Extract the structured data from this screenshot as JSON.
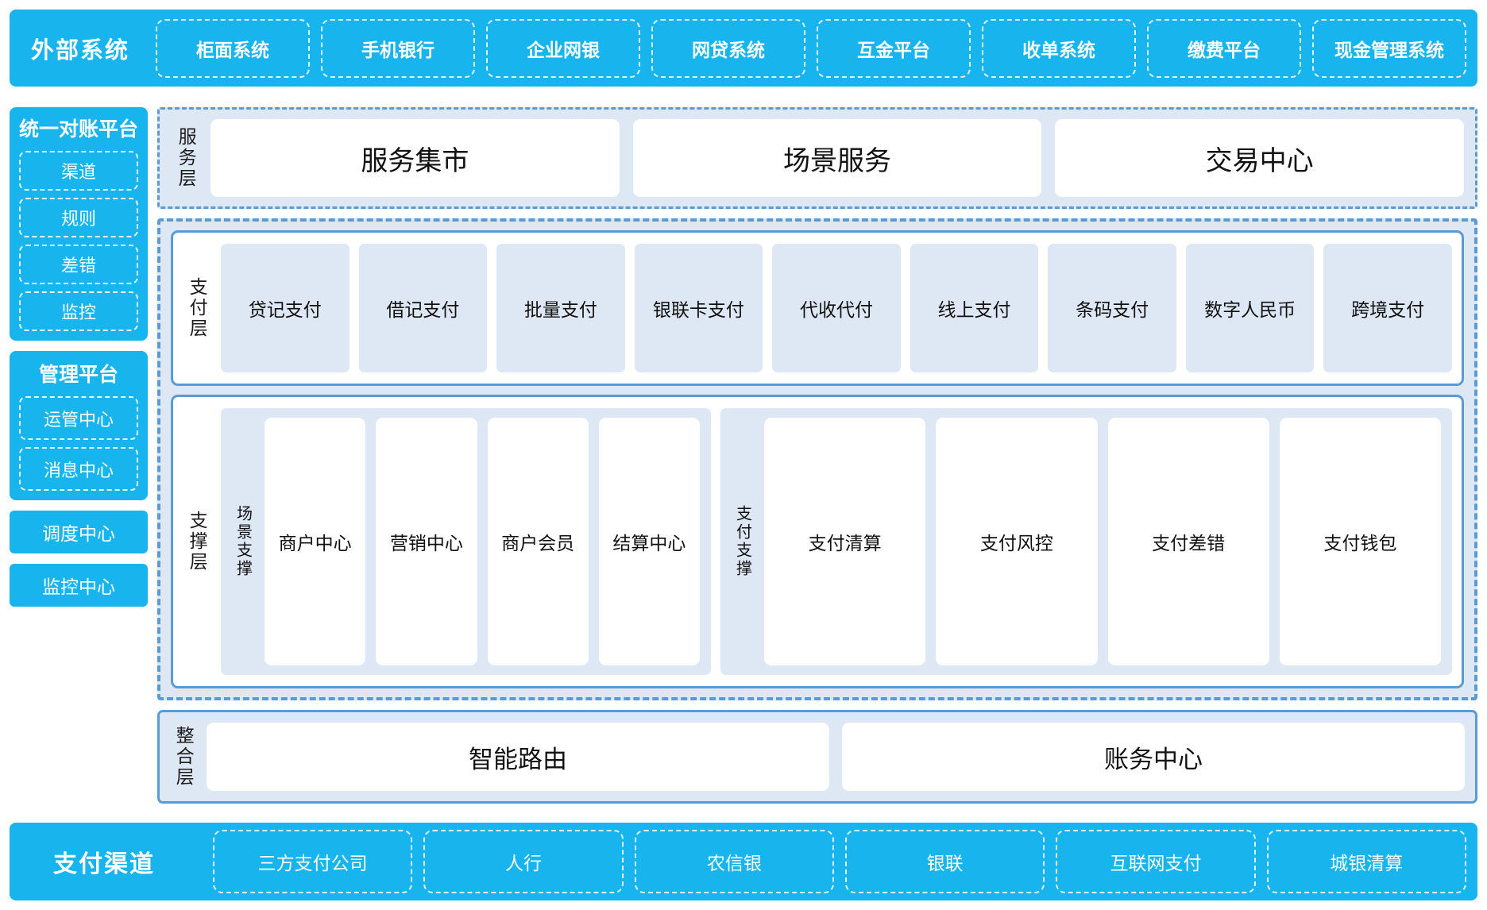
{
  "external_systems": {
    "title": "外部系统",
    "items": [
      "柜面系统",
      "手机银行",
      "企业网银",
      "网贷系统",
      "互金平台",
      "收单系统",
      "缴费平台",
      "现金管理系统"
    ]
  },
  "left_rail": {
    "reconciliation_platform": {
      "title": "统一对账平台",
      "items": [
        "渠道",
        "规则",
        "差错",
        "监控"
      ]
    },
    "management_platform": {
      "title": "管理平台",
      "items": [
        "运管中心",
        "消息中心"
      ]
    },
    "standalone": [
      "调度中心",
      "监控中心"
    ]
  },
  "service_layer": {
    "label": "服务层",
    "cards": [
      "服务集市",
      "场景服务",
      "交易中心"
    ]
  },
  "payment_layer": {
    "label": "支付层",
    "tiles": [
      "贷记支付",
      "借记支付",
      "批量支付",
      "银联卡支付",
      "代收代付",
      "线上支付",
      "条码支付",
      "数字人民币",
      "跨境支付"
    ]
  },
  "support_layer": {
    "label": "支撑层",
    "groups": [
      {
        "label": "场景支撑",
        "cards": [
          "商户中心",
          "营销中心",
          "商户会员",
          "结算中心"
        ]
      },
      {
        "label": "支付支撑",
        "cards": [
          "支付清算",
          "支付风控",
          "支付差错",
          "支付钱包"
        ]
      }
    ]
  },
  "integration_layer": {
    "label": "整合层",
    "cards": [
      "智能路由",
      "账务中心"
    ]
  },
  "payment_channels": {
    "title": "支付渠道",
    "items": [
      "三方支付公司",
      "人行",
      "农信银",
      "银联",
      "互联网支付",
      "城银清算"
    ]
  },
  "colors": {
    "brand_blue": "#17b4ee",
    "panel_blue": "#dde8f4",
    "border_blue": "#5b9bd5",
    "white": "#ffffff"
  }
}
